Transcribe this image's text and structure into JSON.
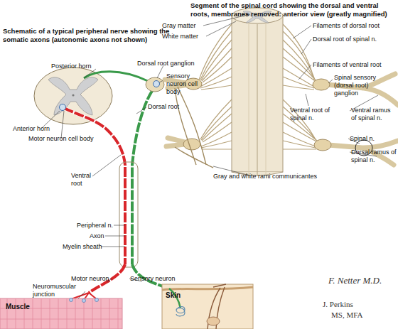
{
  "diagram": {
    "labels": [
      "Segment of the spinal cord showing the dorsal and ventral roots, membranes removed: anterior view (greatly magnified)",
      "Schematic of a typical peripheral nerve showing the somatic axons (autonomic axons not shown)",
      "Gray matter",
      "White matter",
      "Filaments of dorsal root",
      "Dorsal root of spinal n.",
      "Filaments of ventral root",
      "Spinal sensory (dorsal root) ganglion",
      "Ventral root of spinal n.",
      "Ventral ramus of spinal n.",
      "Spinal n.",
      "Dorsal ramus of spinal n.",
      "Gray and white rami communicantes",
      "Posterior horn",
      "Dorsal root ganglion",
      "Sensory neuron cell body",
      "Dorsal root",
      "Anterior horn",
      "Motor neuron cell body",
      "Ventral root",
      "Peripheral n.",
      "Axon",
      "Myelin sheath",
      "Motor neuron",
      "Neuromuscular junction",
      "Muscle",
      "Sensory neuron",
      "Skin",
      "F. Netter M.D.",
      "J. Perkins",
      "MS, MFA"
    ]
  }
}
